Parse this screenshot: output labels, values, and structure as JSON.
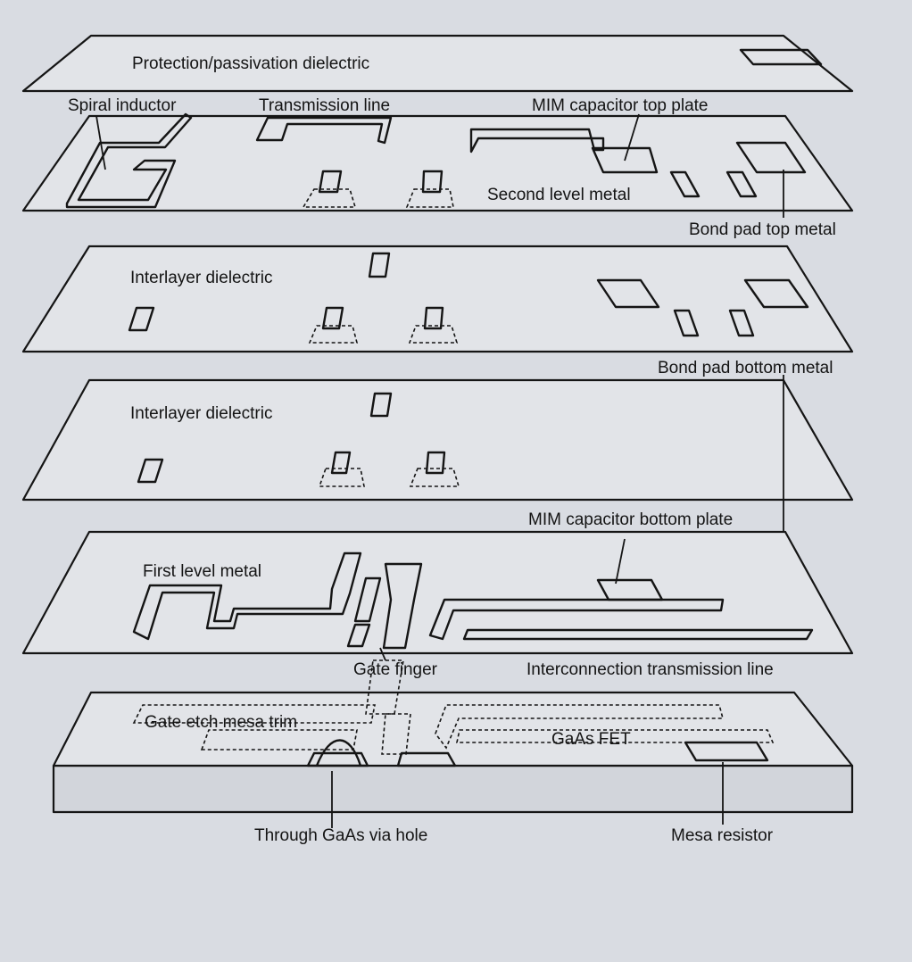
{
  "labels": {
    "protection": "Protection/passivation dielectric",
    "spiral_inductor": "Spiral inductor",
    "transmission_line": "Transmission line",
    "mim_top": "MIM capacitor top plate",
    "second_metal": "Second level metal",
    "bond_top": "Bond pad top metal",
    "interlayer1": "Interlayer dielectric",
    "bond_bottom": "Bond pad bottom metal",
    "interlayer2": "Interlayer dielectric",
    "mim_bottom": "MIM capacitor bottom plate",
    "first_metal": "First level metal",
    "gate_finger": "Gate finger",
    "interconnect": "Interconnection transmission line",
    "gate_etch": "Gate etch mesa trim",
    "gaas_fet": "GaAs FET",
    "via_hole": "Through GaAs via hole",
    "mesa_resistor": "Mesa resistor"
  },
  "colors": {
    "ink": "#151515",
    "paper": "#d9dce2",
    "plate": "#e2e4e8"
  }
}
